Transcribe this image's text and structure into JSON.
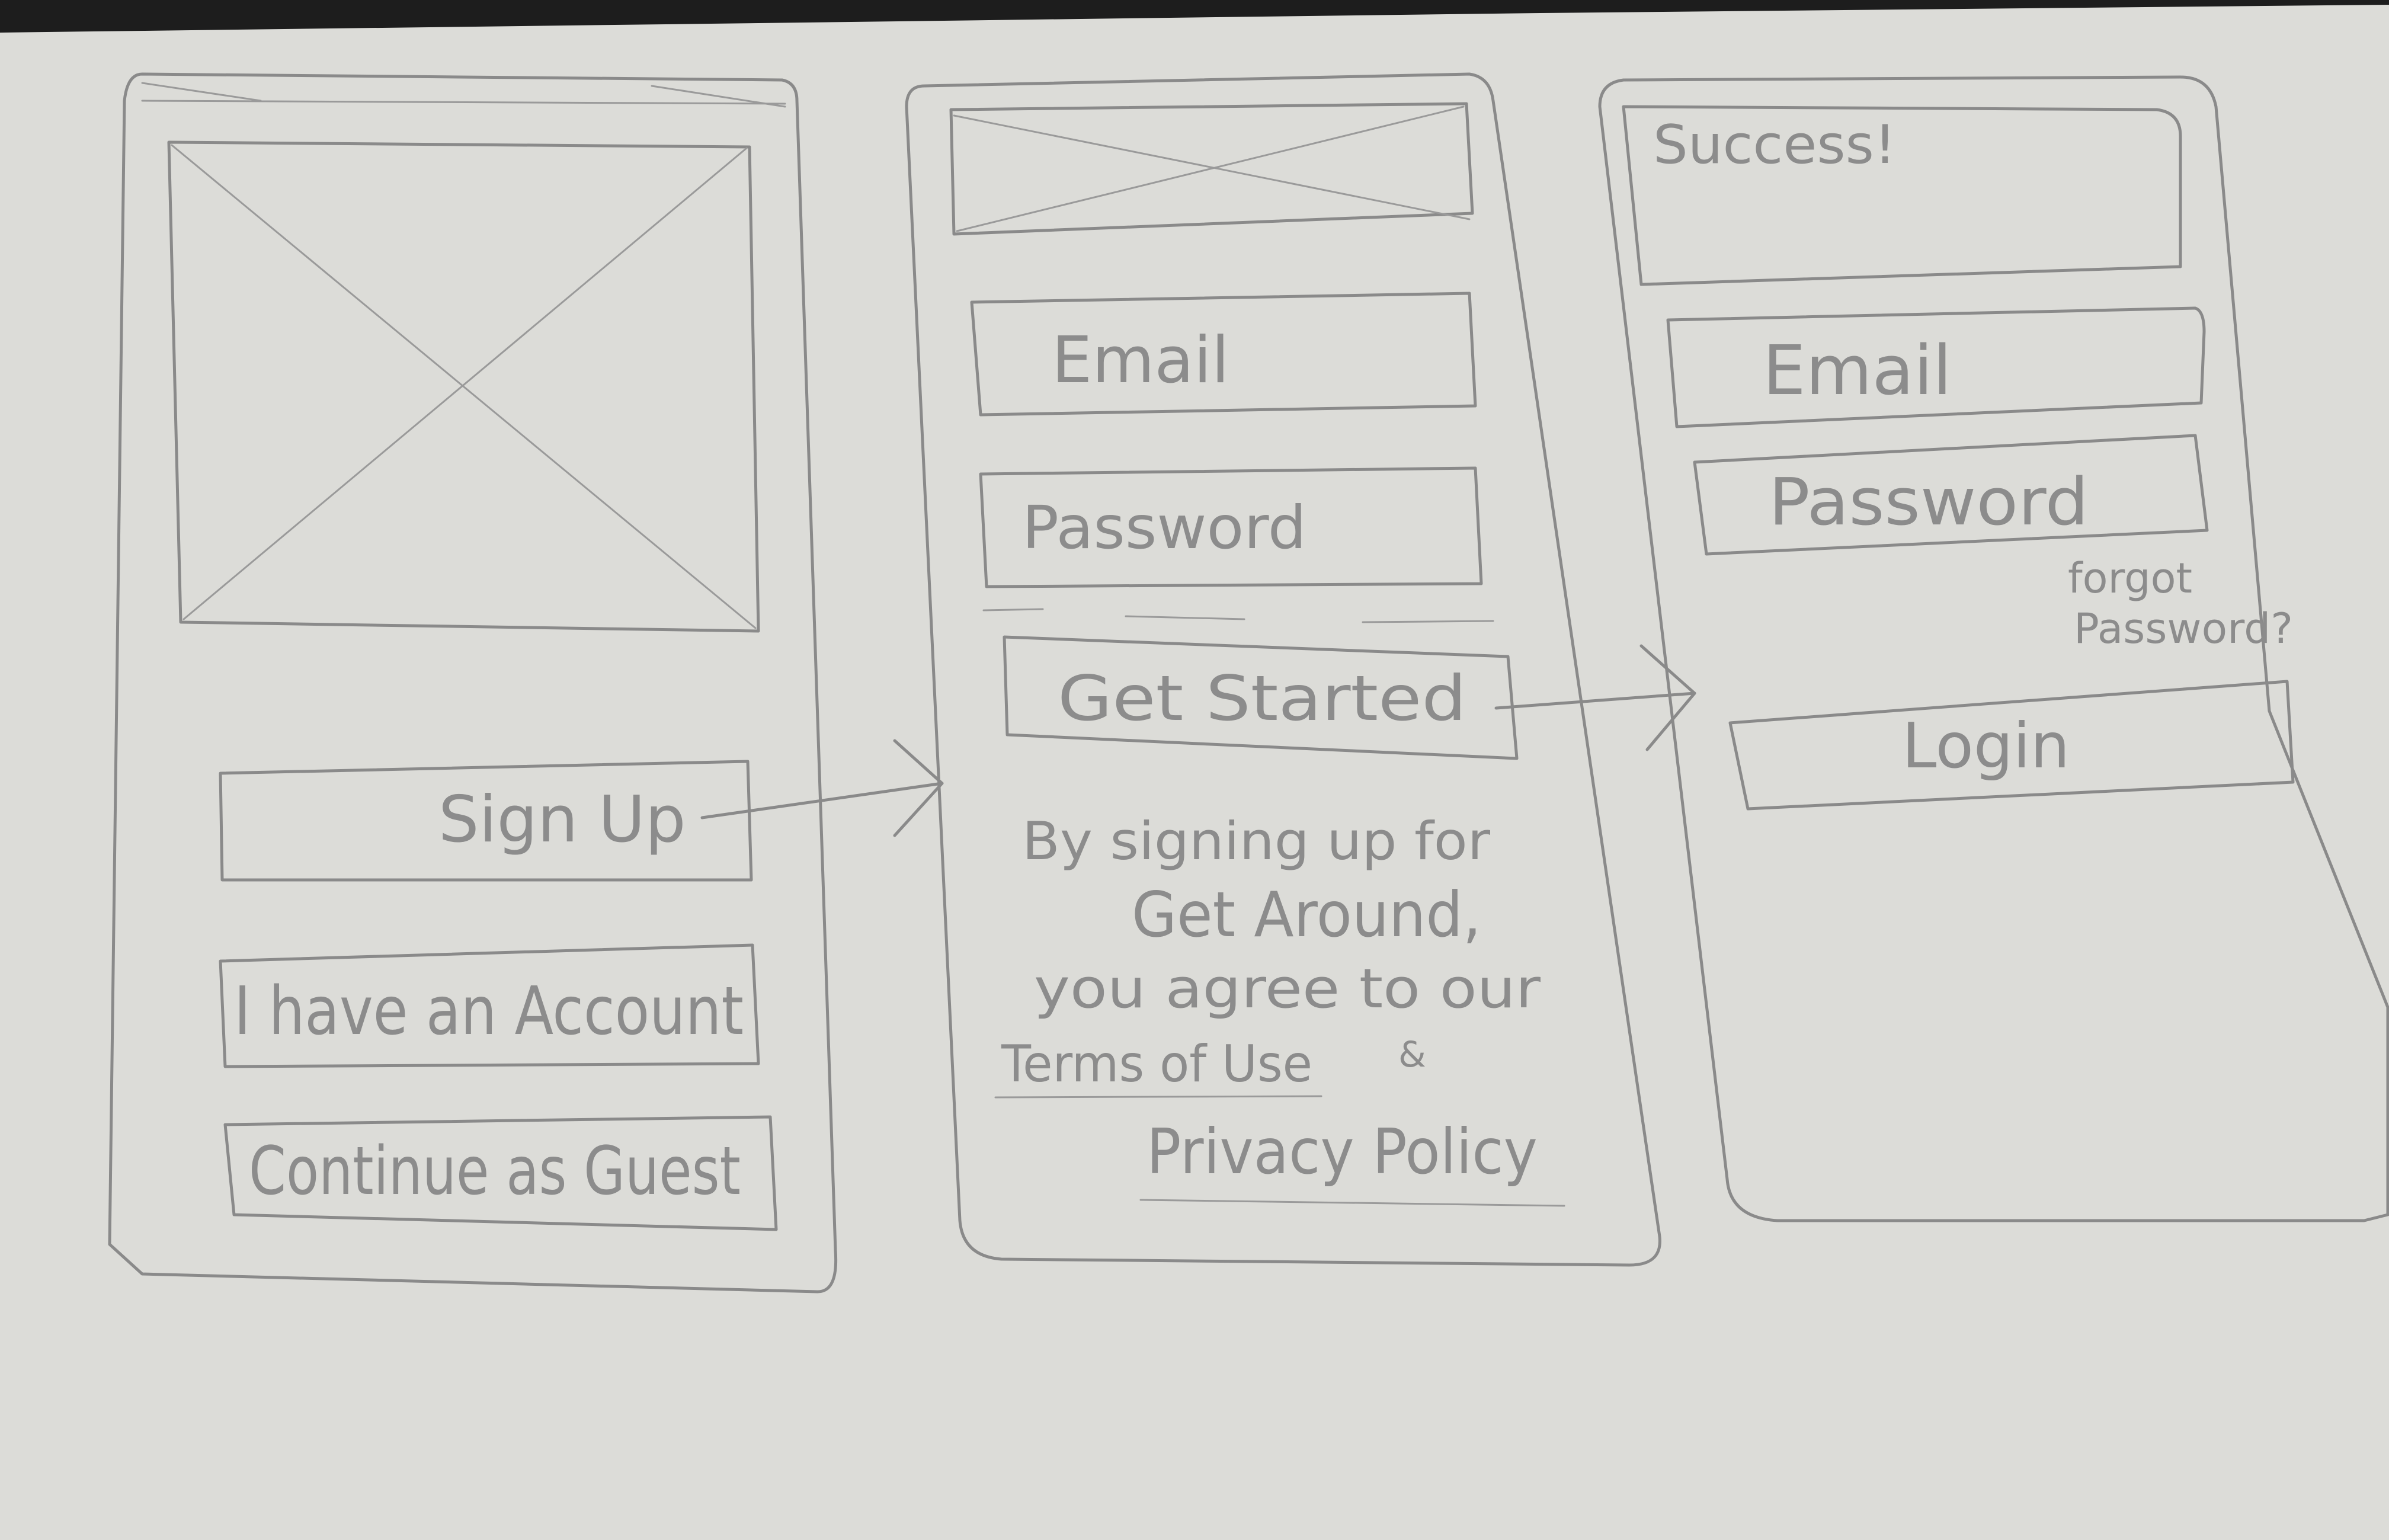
{
  "screen1": {
    "sign_up_label": "Sign Up",
    "have_account_label": "I have an Account",
    "guest_label": "Continue as Guest"
  },
  "screen2": {
    "email_placeholder": "Email",
    "password_placeholder": "Password",
    "get_started_label": "Get Started",
    "legal_line1": "By signing up for",
    "legal_line2": "Get Around,",
    "legal_line3": "you agree to our",
    "terms_link": "Terms of Use",
    "ampersand": "&",
    "privacy_link": "Privacy Policy"
  },
  "screen3": {
    "success_text": "Success!",
    "email_placeholder": "Email",
    "password_placeholder": "Password",
    "forgot_line1": "forgot",
    "forgot_line2": "Password?",
    "login_label": "Login"
  }
}
